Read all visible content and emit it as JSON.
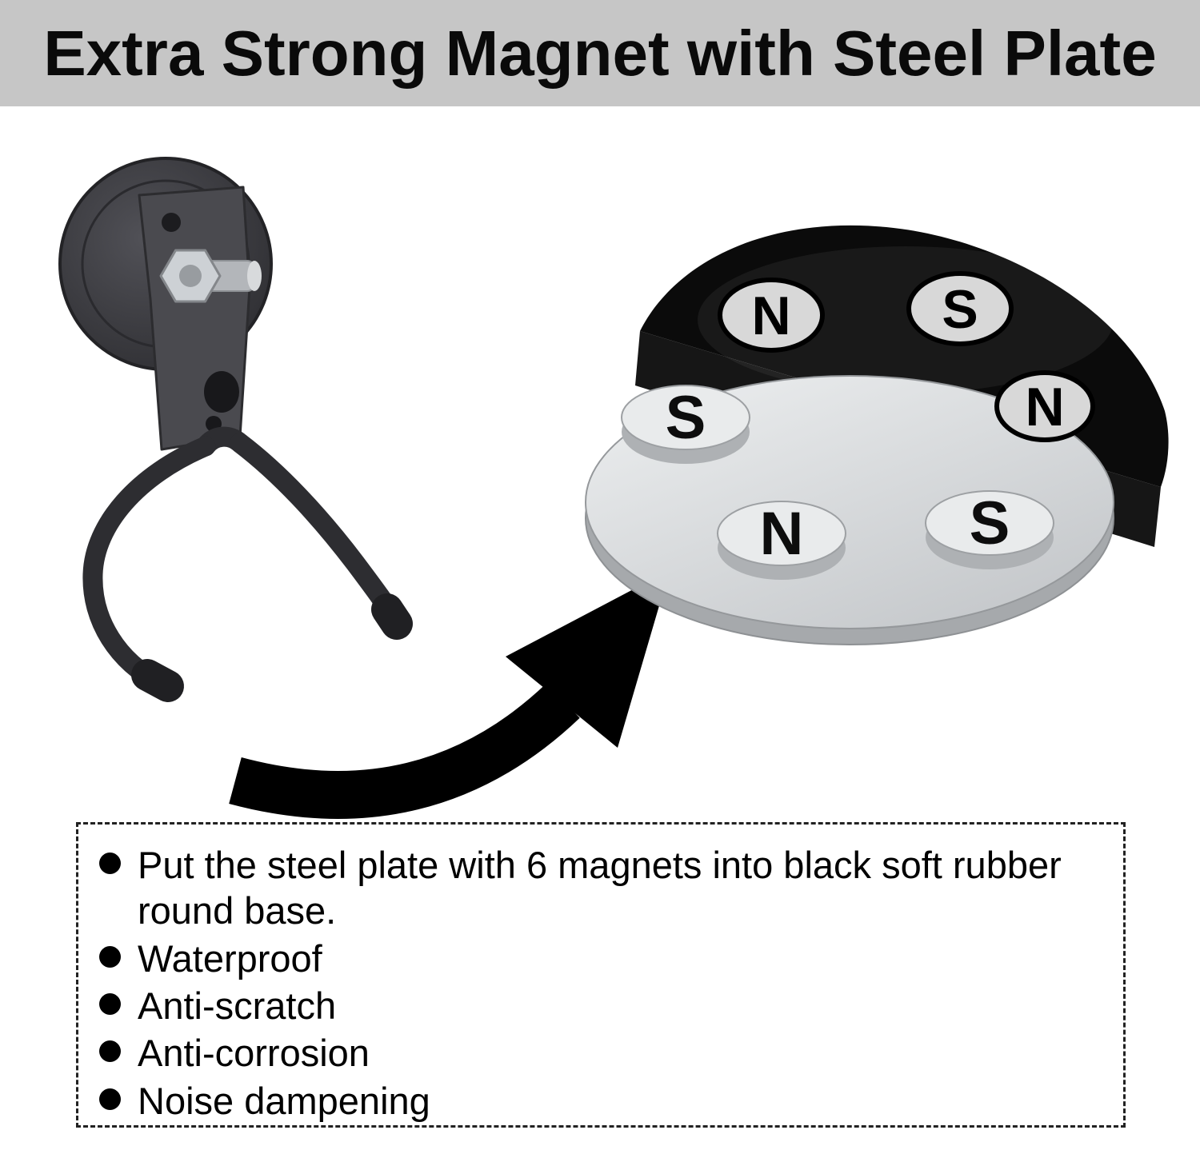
{
  "title": "Extra Strong Magnet with Steel Plate",
  "diagram": {
    "base_pole_labels": [
      "N",
      "S",
      "N"
    ],
    "plate_pole_labels": [
      "S",
      "N",
      "S"
    ]
  },
  "features": {
    "item1_line1": "Put the steel plate with 6 magnets into black soft rubber",
    "item1_line2": "round base.",
    "item2": "Waterproof",
    "item3": "Anti-scratch",
    "item4": "Anti-corrosion",
    "item5": "Noise dampening"
  },
  "colors": {
    "banner_bg": "#c6c6c6",
    "rubber_base_black": "#0b0b0b",
    "steel_plate_silver": "#d9dbde",
    "hook_dark": "#3a3a3e"
  }
}
